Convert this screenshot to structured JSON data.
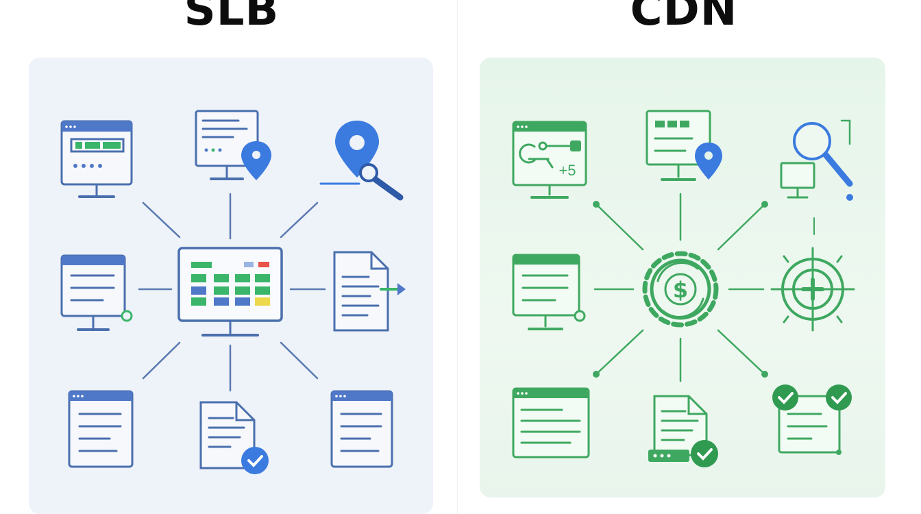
{
  "sections": [
    {
      "title": "SLB",
      "accent": "#4a72c2",
      "highlight": "#3b7be0",
      "background": "#eef2f9"
    },
    {
      "title": "CDN",
      "accent": "#3fa860",
      "highlight": "#2f8f4f",
      "background": "#e6f5ea"
    }
  ],
  "cdn_monitor_badge": "+5",
  "cdn_hub_symbol": "$"
}
